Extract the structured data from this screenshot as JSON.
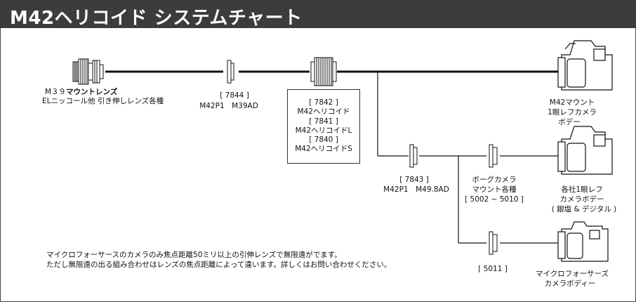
{
  "title": "M42ヘリコイド システムチャート",
  "lens": {
    "name_prefix": "M３９",
    "name_bold": "マウントレンズ",
    "sub": "ELニッコール他 引き伸しレンズ各種"
  },
  "adapter_7844": {
    "code": "[ 7844 ]",
    "desc": "M42P1　M39AD"
  },
  "helicoid_box": {
    "lines": [
      "[ 7842 ]",
      "M42ヘリコイド",
      "[ 7841 ]",
      "M42ヘリコイドL",
      "[ 7840 ]",
      "M42ヘリコイドS"
    ]
  },
  "adapter_7843": {
    "code": "[ 7843 ]",
    "desc": "M42P1　M49.8AD"
  },
  "borg_mount": {
    "line1": "ボーグカメラ",
    "line2": "マウント各種",
    "line3": "[ 5002 ~ 5010 ]"
  },
  "adapter_5011": {
    "code": "[ 5011 ]"
  },
  "camera_m42": {
    "line1": "M42マウント",
    "line2": "1眼レフカメラ",
    "line3": "ボデー"
  },
  "camera_various": {
    "line1": "各社1眼レフ",
    "line2": "カメラボデー",
    "line3": "( 銀塩 & デジタル )"
  },
  "camera_micro43": {
    "line1": "マイクロフォーサーズ",
    "line2": "カメラボディー"
  },
  "notes": [
    "マイクロフォーサースのカメラのみ焦点距離50ミリ以上の引伸レンズで無限遠がでます。",
    "ただし無限遠の出る組み合わせはレンズの焦点距離によって違います。詳しくはお問い合わせください。"
  ],
  "colors": {
    "header": "#3c3c3c",
    "line": "#111111"
  }
}
